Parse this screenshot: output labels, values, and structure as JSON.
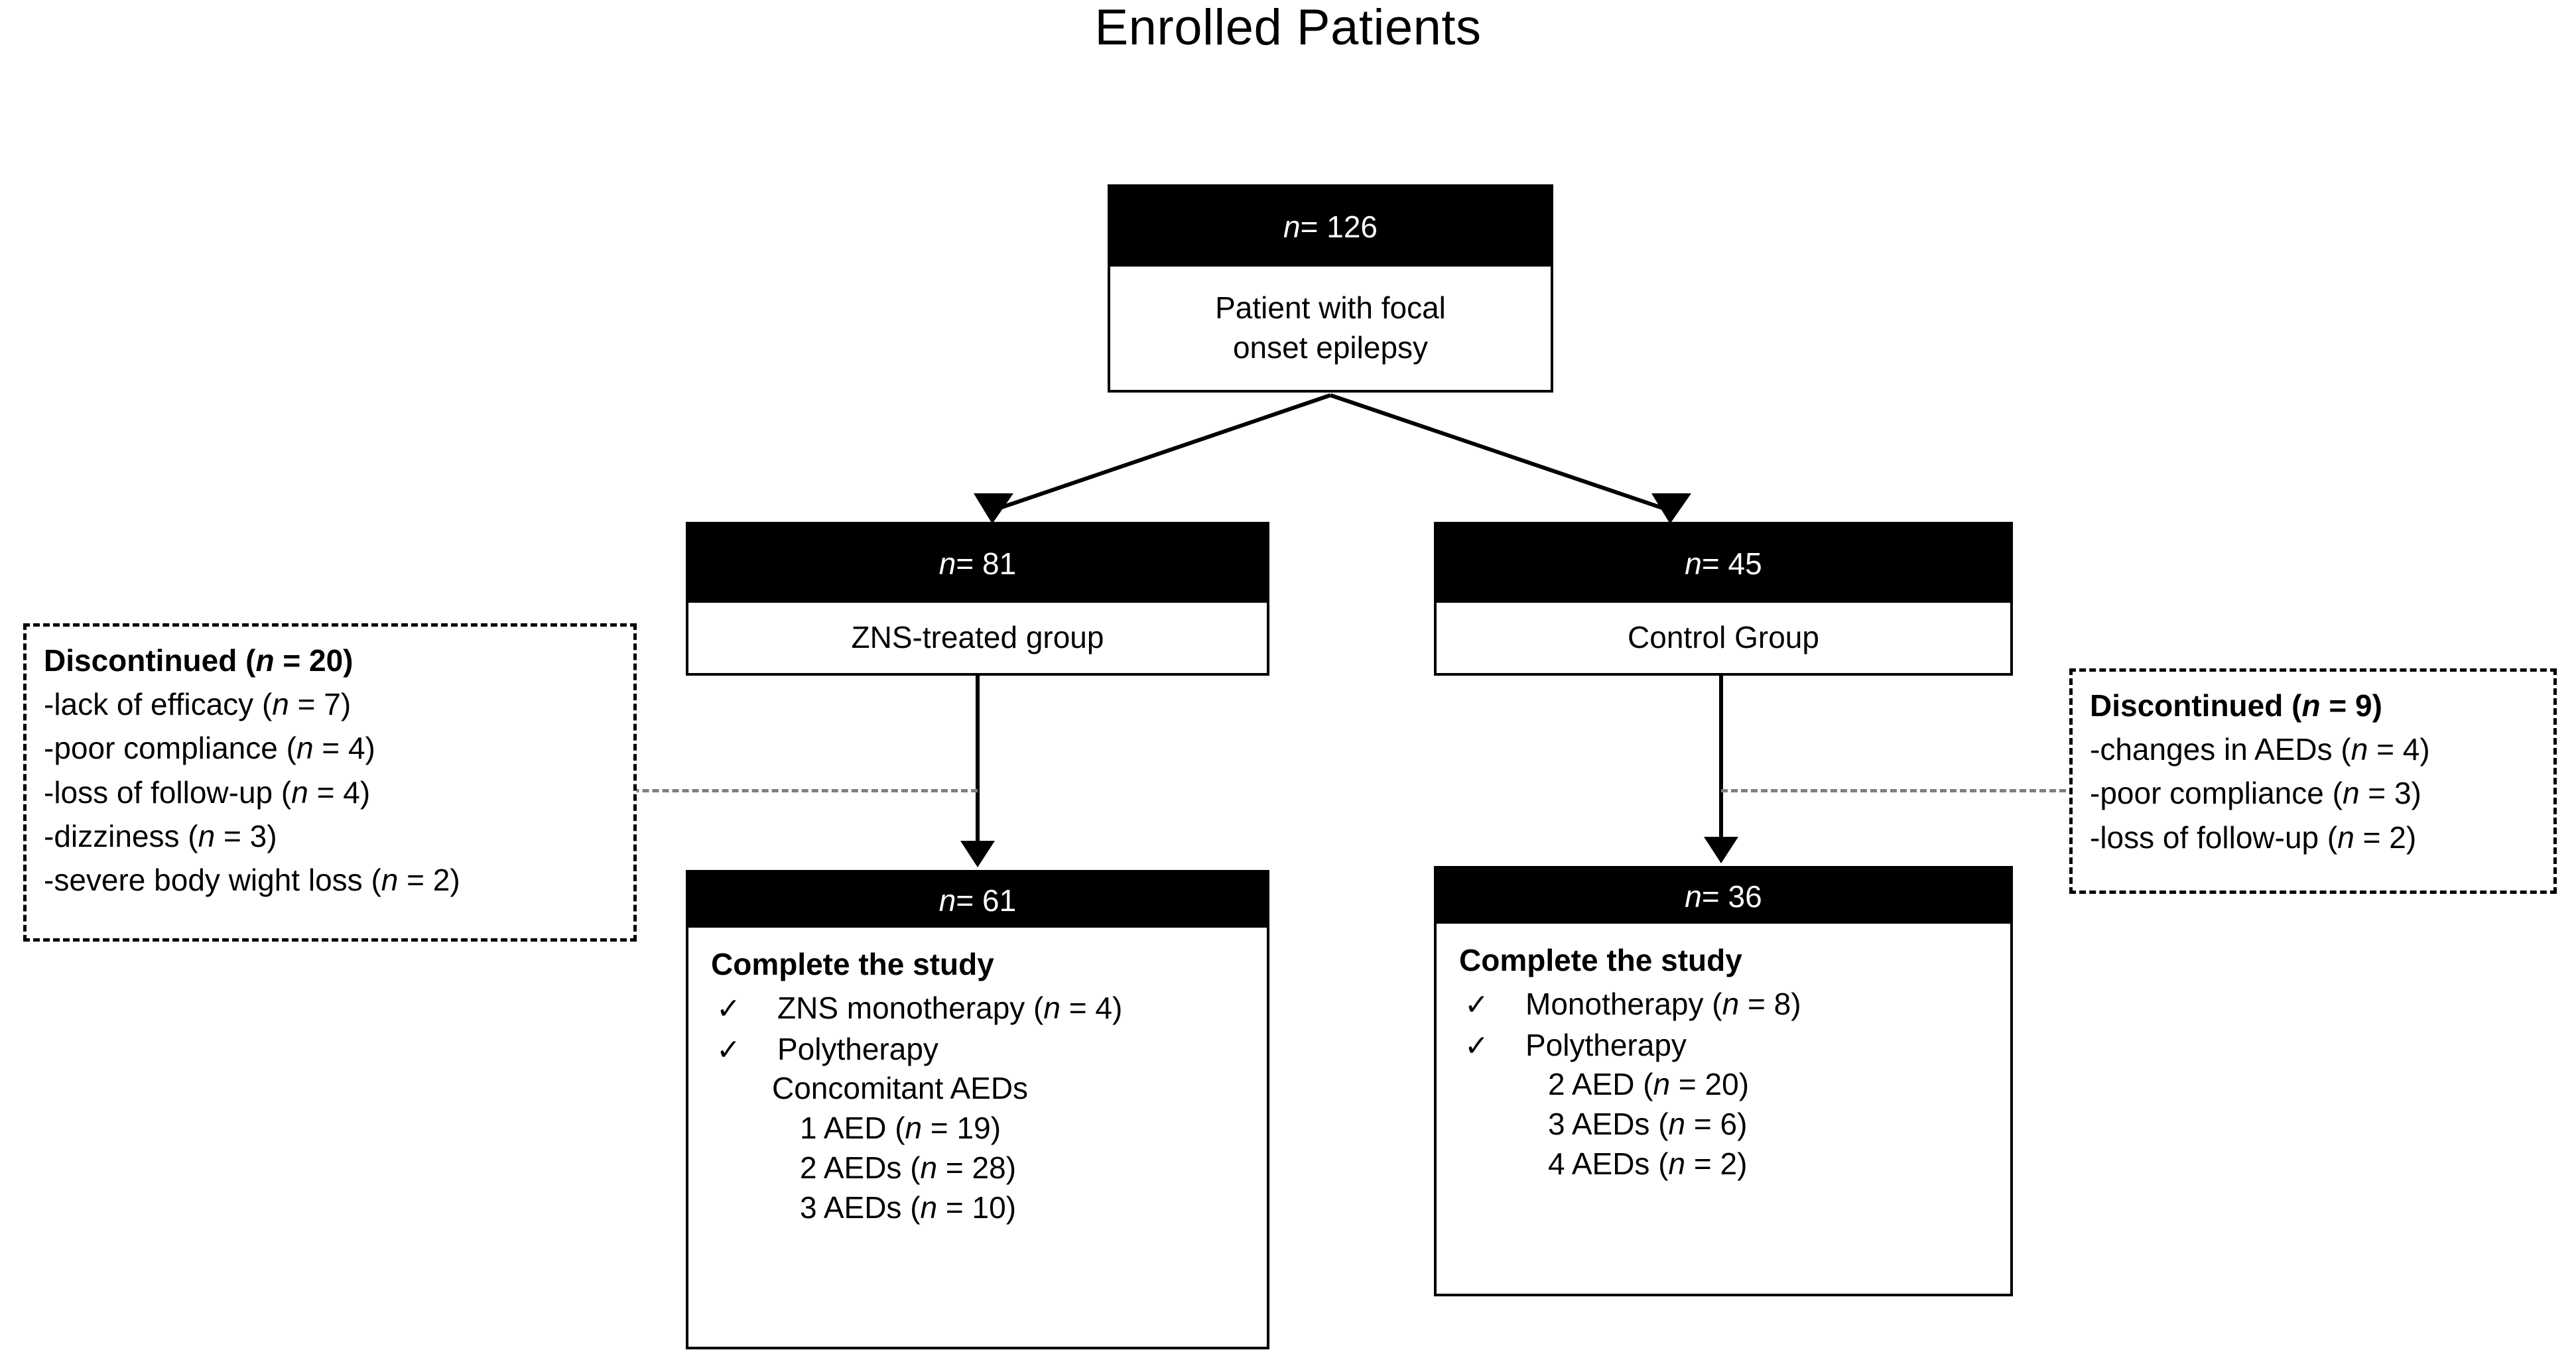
{
  "title": "Enrolled Patients",
  "chart_data": {
    "type": "diagram",
    "title": "Enrolled Patients",
    "diagram_kind": "CONSORT patient flow chart",
    "nodes": [
      {
        "id": "enrolled",
        "n": 126,
        "header": "n = 126",
        "body": "Patient with focal onset epilepsy"
      },
      {
        "id": "zns",
        "n": 81,
        "header": "n = 81",
        "body": "ZNS-treated group"
      },
      {
        "id": "control",
        "n": 45,
        "header": "n = 45",
        "body": "Control Group"
      },
      {
        "id": "zns-complete",
        "n": 61,
        "header": "n = 61",
        "body": "Complete the study"
      },
      {
        "id": "control-complete",
        "n": 36,
        "header": "n = 36",
        "body": "Complete the study"
      }
    ],
    "discontinued_left": {
      "total": 20,
      "reasons": [
        {
          "label": "lack of efficacy",
          "n": 7
        },
        {
          "label": "poor compliance",
          "n": 4
        },
        {
          "label": "loss of follow-up",
          "n": 4
        },
        {
          "label": "dizziness",
          "n": 3
        },
        {
          "label": "severe body wight loss",
          "n": 2
        }
      ]
    },
    "discontinued_right": {
      "total": 9,
      "reasons": [
        {
          "label": "changes in AEDs",
          "n": 4
        },
        {
          "label": "poor compliance",
          "n": 3
        },
        {
          "label": "loss of follow-up",
          "n": 2
        }
      ]
    },
    "zns_complete_detail": [
      {
        "label": "ZNS monotherapy",
        "n": 4
      },
      {
        "label": "1 AED",
        "n": 19
      },
      {
        "label": "2 AEDs",
        "n": 28
      },
      {
        "label": "3 AEDs",
        "n": 10
      }
    ],
    "control_complete_detail": [
      {
        "label": "Monotherapy",
        "n": 8
      },
      {
        "label": "2 AED",
        "n": 20
      },
      {
        "label": "3 AEDs",
        "n": 6
      },
      {
        "label": "4 AEDs",
        "n": 2
      }
    ],
    "edges": [
      {
        "from": "enrolled",
        "to": "zns",
        "style": "solid"
      },
      {
        "from": "enrolled",
        "to": "control",
        "style": "solid"
      },
      {
        "from": "zns",
        "to": "zns-complete",
        "style": "solid"
      },
      {
        "from": "control",
        "to": "control-complete",
        "style": "solid"
      },
      {
        "from": "zns",
        "to": "discontinued_left",
        "style": "dashed-gray"
      },
      {
        "from": "control",
        "to": "discontinued_right",
        "style": "dashed-gray"
      }
    ]
  },
  "boxes": {
    "enrolled": {
      "header_prefix": "n",
      "header_value": " = 126",
      "body": "Patient with focal\nonset epilepsy",
      "body_line1": "Patient with focal",
      "body_line2": "onset epilepsy"
    },
    "zns": {
      "header_prefix": "n",
      "header_value": " = 81",
      "body": "ZNS-treated group"
    },
    "control": {
      "header_prefix": "n",
      "header_value": " = 45",
      "body": "Control Group"
    },
    "zns_complete": {
      "header_prefix": "n",
      "header_value": " = 61",
      "body_title": "Complete the study",
      "check1_pre": "ZNS monotherapy (",
      "check1_n": "n",
      "check1_post": " = 4)",
      "check2": "Polytherapy",
      "sub_title": "Concomitant AEDs",
      "rows": [
        {
          "pre": "1 AED (",
          "n": "n",
          "post": " = 19)"
        },
        {
          "pre": "2 AEDs (",
          "n": "n",
          "post": " = 28)"
        },
        {
          "pre": "3 AEDs (",
          "n": "n",
          "post": " = 10)"
        }
      ],
      "check_glyph": "✓"
    },
    "control_complete": {
      "header_prefix": "n",
      "header_value": " = 36",
      "body_title": "Complete the study",
      "check1_pre": "Monotherapy (",
      "check1_n": "n",
      "check1_post": " = 8)",
      "check2": "Polytherapy",
      "rows": [
        {
          "pre": "2 AED (",
          "n": "n",
          "post": " = 20)"
        },
        {
          "pre": "3 AEDs (",
          "n": "n",
          "post": " = 6)"
        },
        {
          "pre": "4 AEDs (",
          "n": "n",
          "post": " = 2)"
        }
      ],
      "check_glyph": "✓"
    }
  },
  "dashed_left": {
    "title_pre": "Discontinued (",
    "title_n": "n",
    "title_post": " = 20)",
    "lines": [
      {
        "pre": "-lack of efficacy (",
        "n": "n",
        "post": " = 7)"
      },
      {
        "pre": "-poor compliance (",
        "n": "n",
        "post": " = 4)"
      },
      {
        "pre": "-loss of follow-up (",
        "n": "n",
        "post": " = 4)"
      },
      {
        "pre": "-dizziness (",
        "n": "n",
        "post": " = 3)"
      },
      {
        "pre": "-severe body wight loss (",
        "n": "n",
        "post": " = 2)"
      }
    ]
  },
  "dashed_right": {
    "title_pre": "Discontinued (",
    "title_n": "n",
    "title_post": " = 9)",
    "lines": [
      {
        "pre": "-changes in AEDs (",
        "n": "n",
        "post": " = 4)"
      },
      {
        "pre": "-poor compliance (",
        "n": "n",
        "post": " = 3)"
      },
      {
        "pre": "-loss of follow-up (",
        "n": "n",
        "post": " = 2)"
      }
    ]
  },
  "colors": {
    "header_fill": "#000000",
    "header_text": "#ffffff",
    "box_border": "#000000",
    "connector": "#000000",
    "dashed_connector": "#7f7f7f",
    "background": "#ffffff"
  }
}
